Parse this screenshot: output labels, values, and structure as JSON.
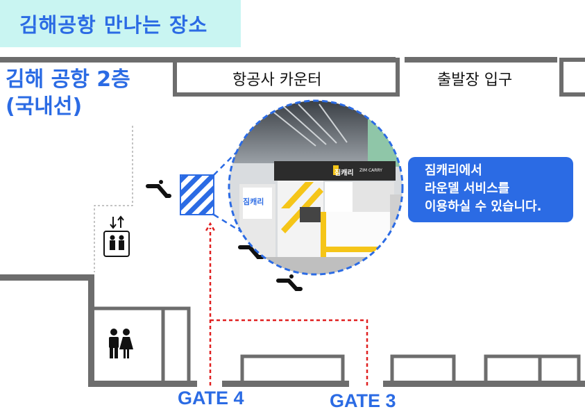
{
  "title": "김해공항 만나는 장소",
  "floor": {
    "line1": "김해 공항 2층",
    "line2": "(국내선)"
  },
  "labels": {
    "airline_counter": "항공사 카운터",
    "departure_entrance": "출발장 입구"
  },
  "gates": {
    "gate4": "GATE 4",
    "gate3": "GATE 3"
  },
  "callout": {
    "line1": "짐캐리에서",
    "line2": "라운델 서비스를",
    "line3": "이용하실 수 있습니다."
  },
  "photo": {
    "store_sign": "짐캐리",
    "store_sign_en": "ZIM CARRY",
    "left_sign": "짐캐리"
  },
  "colors": {
    "accent_blue": "#2b6be4",
    "banner_bg": "#c9f5f2",
    "route_red": "#e02020",
    "wall_gray": "#6d6d6d",
    "brand_yellow": "#f5c518"
  },
  "icons": {
    "escalator": "escalator-icon",
    "elevator": "elevator-icon",
    "restroom": "restroom-icon",
    "meeting_point": "meeting-point-marker"
  }
}
